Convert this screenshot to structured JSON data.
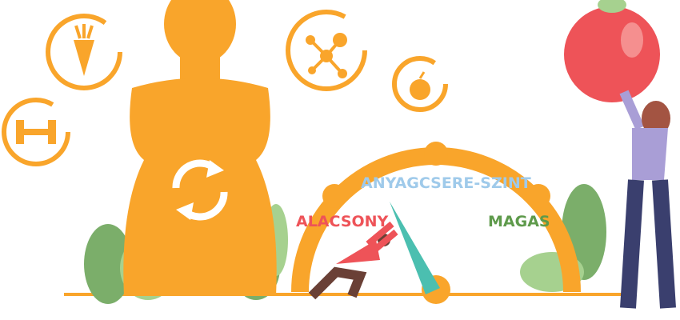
{
  "gauge": {
    "title": "ANYAGCSERE-SZINT",
    "low_label": "ALACSONY",
    "high_label": "MAGAS",
    "needle_position": "low-to-mid"
  },
  "icons": [
    "carrot-icon",
    "dumbbell-icon",
    "molecule-icon",
    "apple-icon",
    "metabolism-cycle-icon"
  ],
  "colors": {
    "orange": "#F9A52B",
    "teal": "#4BBFB0",
    "red": "#EE5358",
    "green": "#5E9A4B",
    "lightblue": "#9FCAEA",
    "plant": "#8CC07A"
  }
}
